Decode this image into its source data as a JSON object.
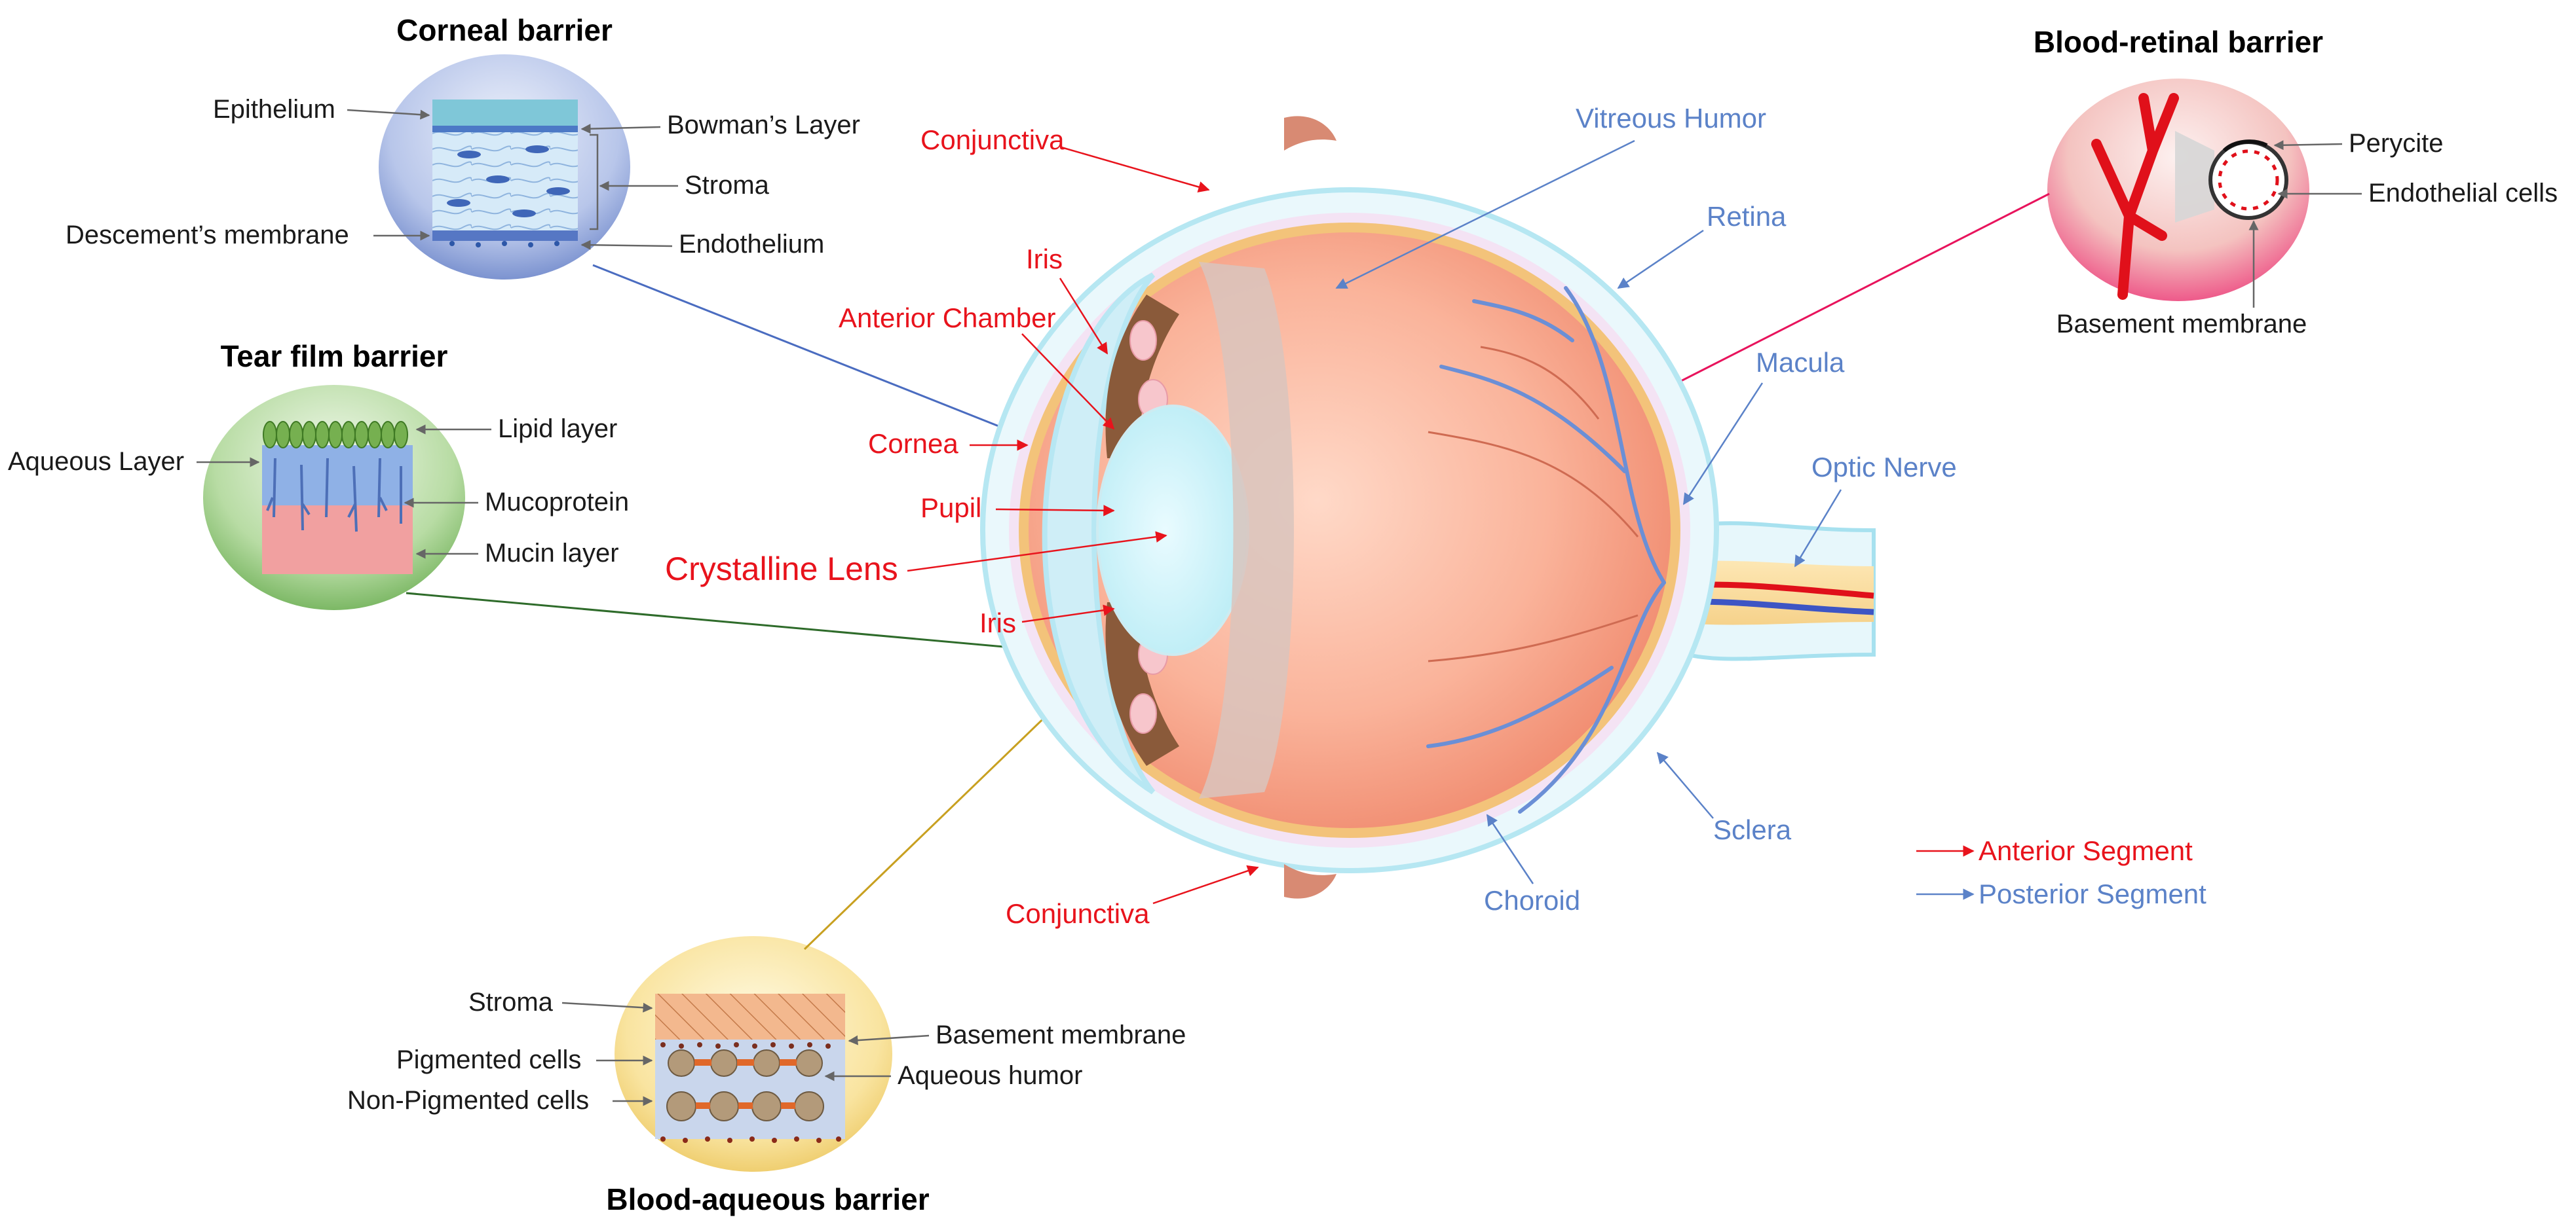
{
  "panels": {
    "corneal": {
      "title": "Corneal barrier",
      "labels": {
        "epithelium": "Epithelium",
        "bowman": "Bowman’s Layer",
        "stroma": "Stroma",
        "descemet": "Descement’s membrane",
        "endothelium": "Endothelium"
      }
    },
    "tearfilm": {
      "title": "Tear film barrier",
      "labels": {
        "aqueous_layer": "Aqueous Layer",
        "lipid": "Lipid layer",
        "mucoprotein": "Mucoprotein",
        "mucin": "Mucin layer"
      }
    },
    "blood_aqueous": {
      "title": "Blood-aqueous barrier",
      "labels": {
        "stroma": "Stroma",
        "basement": "Basement membrane",
        "pigmented": "Pigmented cells",
        "aqueous_humor": "Aqueous humor",
        "non_pigmented": "Non-Pigmented cells"
      }
    },
    "blood_retinal": {
      "title": "Blood-retinal barrier",
      "labels": {
        "perycite": "Perycite",
        "endothelial": "Endothelial cells",
        "basement": "Basement membrane"
      }
    }
  },
  "eye_labels": {
    "anterior": {
      "conjunctiva_top": "Conjunctiva",
      "iris_top": "Iris",
      "anterior_chamber": "Anterior Chamber",
      "cornea": "Cornea",
      "pupil": "Pupil",
      "crystalline_lens": "Crystalline  Lens",
      "iris_bottom": "Iris",
      "conjunctiva_bottom": "Conjunctiva"
    },
    "posterior": {
      "vitreous_humor": "Vitreous Humor",
      "retina": "Retina",
      "macula": "Macula",
      "optic_nerve": "Optic Nerve",
      "sclera": "Sclera",
      "choroid": "Choroid"
    }
  },
  "legend": {
    "anterior": "Anterior Segment",
    "posterior": "Posterior Segment"
  },
  "colors": {
    "anterior_label": "#e8131c",
    "posterior_label": "#5b82c8",
    "corneal_leader": "#4a6cc0",
    "tearfilm_leader": "#2e6b2a",
    "blood_aqueous_leader": "#c8a020",
    "blood_retinal_leader": "#e8135c"
  }
}
